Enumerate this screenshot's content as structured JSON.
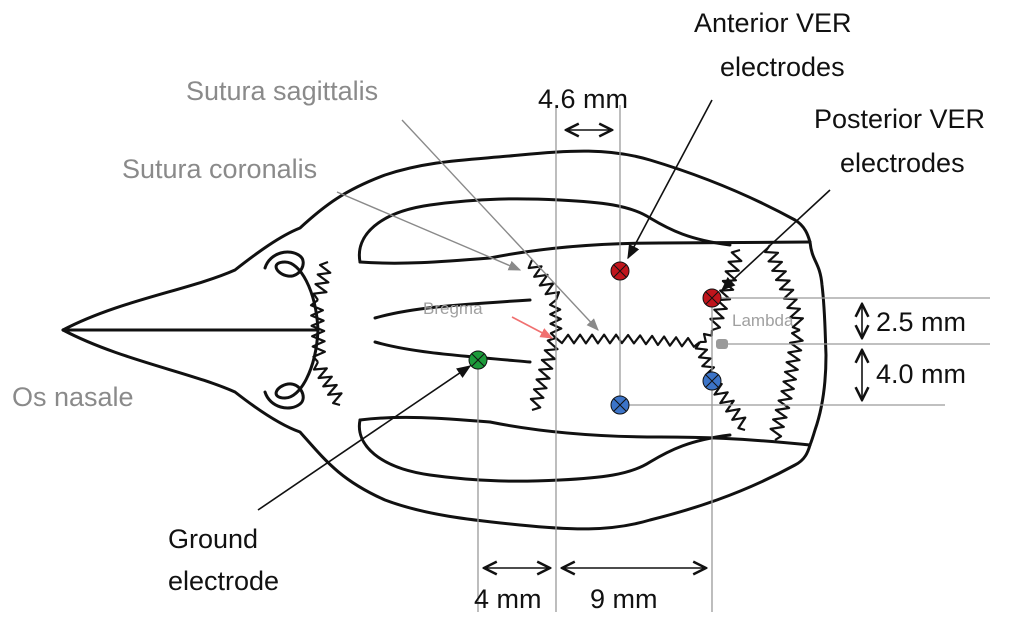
{
  "labels": {
    "sutura_sagittalis": "Sutura sagittalis",
    "sutura_coronalis": "Sutura coronalis",
    "os_nasale": "Os nasale",
    "bregma": "Bregma",
    "lambda": "Lambda",
    "anterior_ver_line1": "Anterior VER",
    "anterior_ver_line2": "electrodes",
    "posterior_ver_line1": "Posterior VER",
    "posterior_ver_line2": "electrodes",
    "ground_line1": "Ground",
    "ground_line2": "electrode"
  },
  "measurements": {
    "top": "4.6 mm",
    "right_upper": "2.5 mm",
    "right_lower": "4.0 mm",
    "bottom_left": "4 mm",
    "bottom_right": "9 mm"
  },
  "colors": {
    "anterior_electrode": "#c0151c",
    "posterior_electrode": "#c0151c",
    "reference_electrode": "#3c74c8",
    "ground_electrode": "#1c9a3a",
    "bregma_arrow": "#f07070",
    "lambda_marker": "#9a9a9a"
  }
}
